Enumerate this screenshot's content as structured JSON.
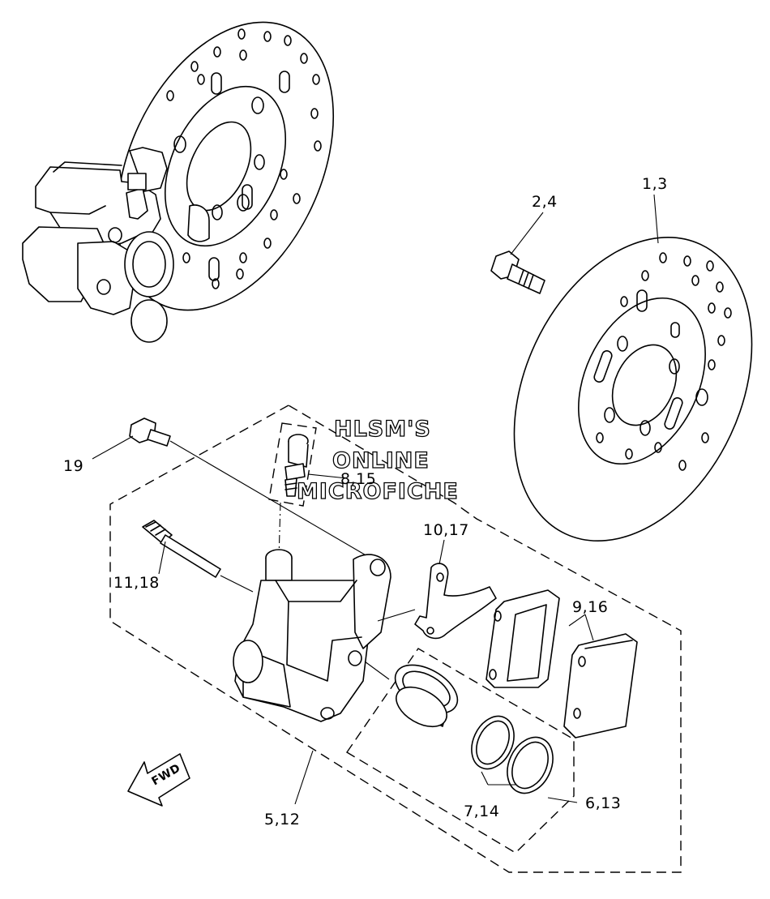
{
  "watermark": {
    "line1": "HLSM'S",
    "line2": "ONLINE",
    "line3": "MICROFICHE"
  },
  "callouts": {
    "c1": "1,3",
    "c2": "2,4",
    "c3": "19",
    "c4": "8,15",
    "c5": "10,17",
    "c6": "11,18",
    "c7": "9,16",
    "c8": "5,12",
    "c9": "7,14",
    "c10": "6,13"
  },
  "fwd_label": "FWD"
}
